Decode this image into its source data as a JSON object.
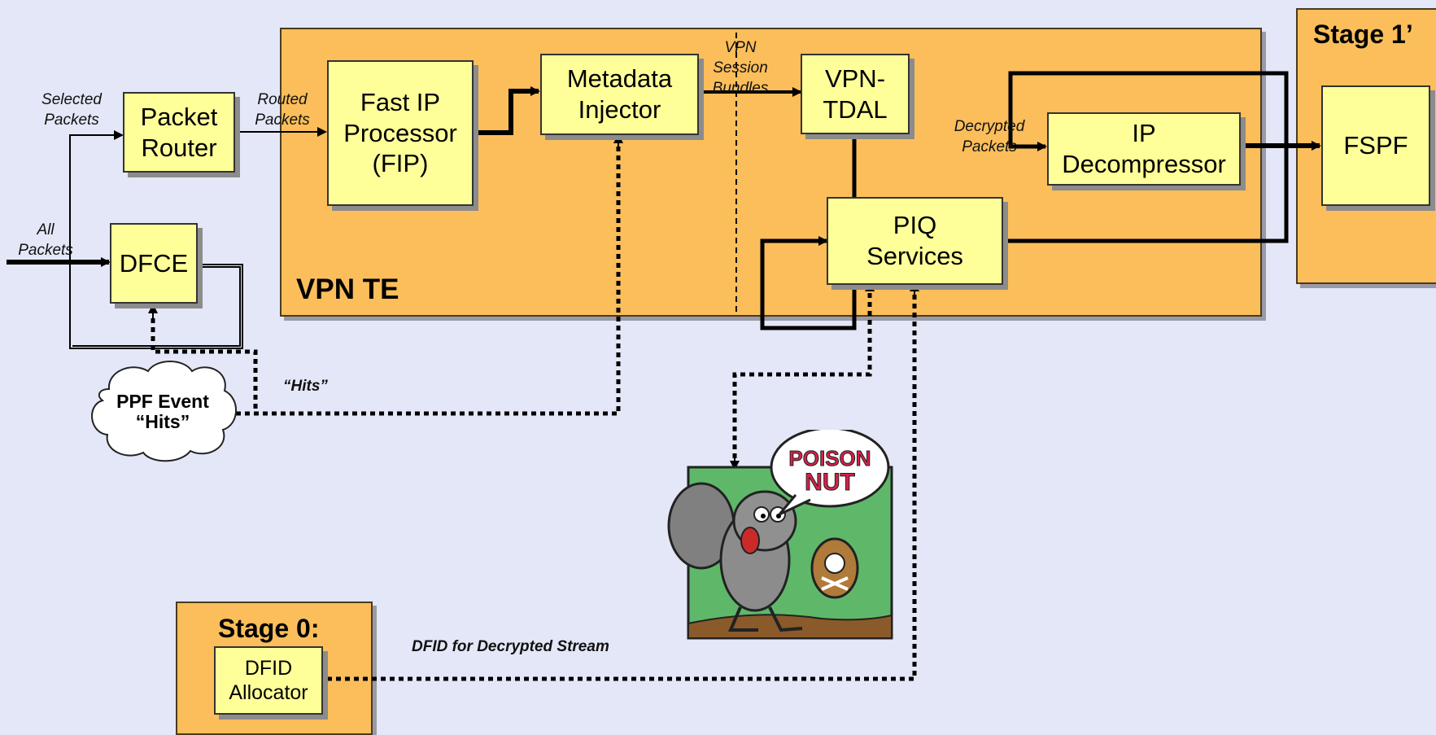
{
  "regions": {
    "vpn_te": "VPN TE",
    "stage1": "Stage 1’",
    "stage0": "Stage 0:"
  },
  "blocks": {
    "packet_router": "Packet\nRouter",
    "dfce": "DFCE",
    "fip": "Fast IP\nProcessor\n(FIP)",
    "metadata_injector": "Metadata\nInjector",
    "vpn_tdal": "VPN-\nTDAL",
    "ip_decompressor": "IP\nDecompressor",
    "piq_services": "PIQ\nServices",
    "fspf": "FSPF",
    "dfid_allocator": "DFID\nAllocator"
  },
  "labels": {
    "selected_packets": "Selected\nPackets",
    "all_packets": "All\nPackets",
    "routed_packets": "Routed\nPackets",
    "vpn_session_bundles": "VPN\nSession\nBundles",
    "decrypted_packets": "Decrypted\nPackets",
    "hits": "“Hits”",
    "dfid_for_decrypted_stream": "DFID for Decrypted Stream"
  },
  "cloud": "PPF Event\n“Hits”",
  "cartoon_text": "POISON NUT",
  "colors": {
    "background": "#e4e7f7",
    "region_fill": "#fbbe5a",
    "box_fill": "#ffff99",
    "wire": "#000000"
  }
}
